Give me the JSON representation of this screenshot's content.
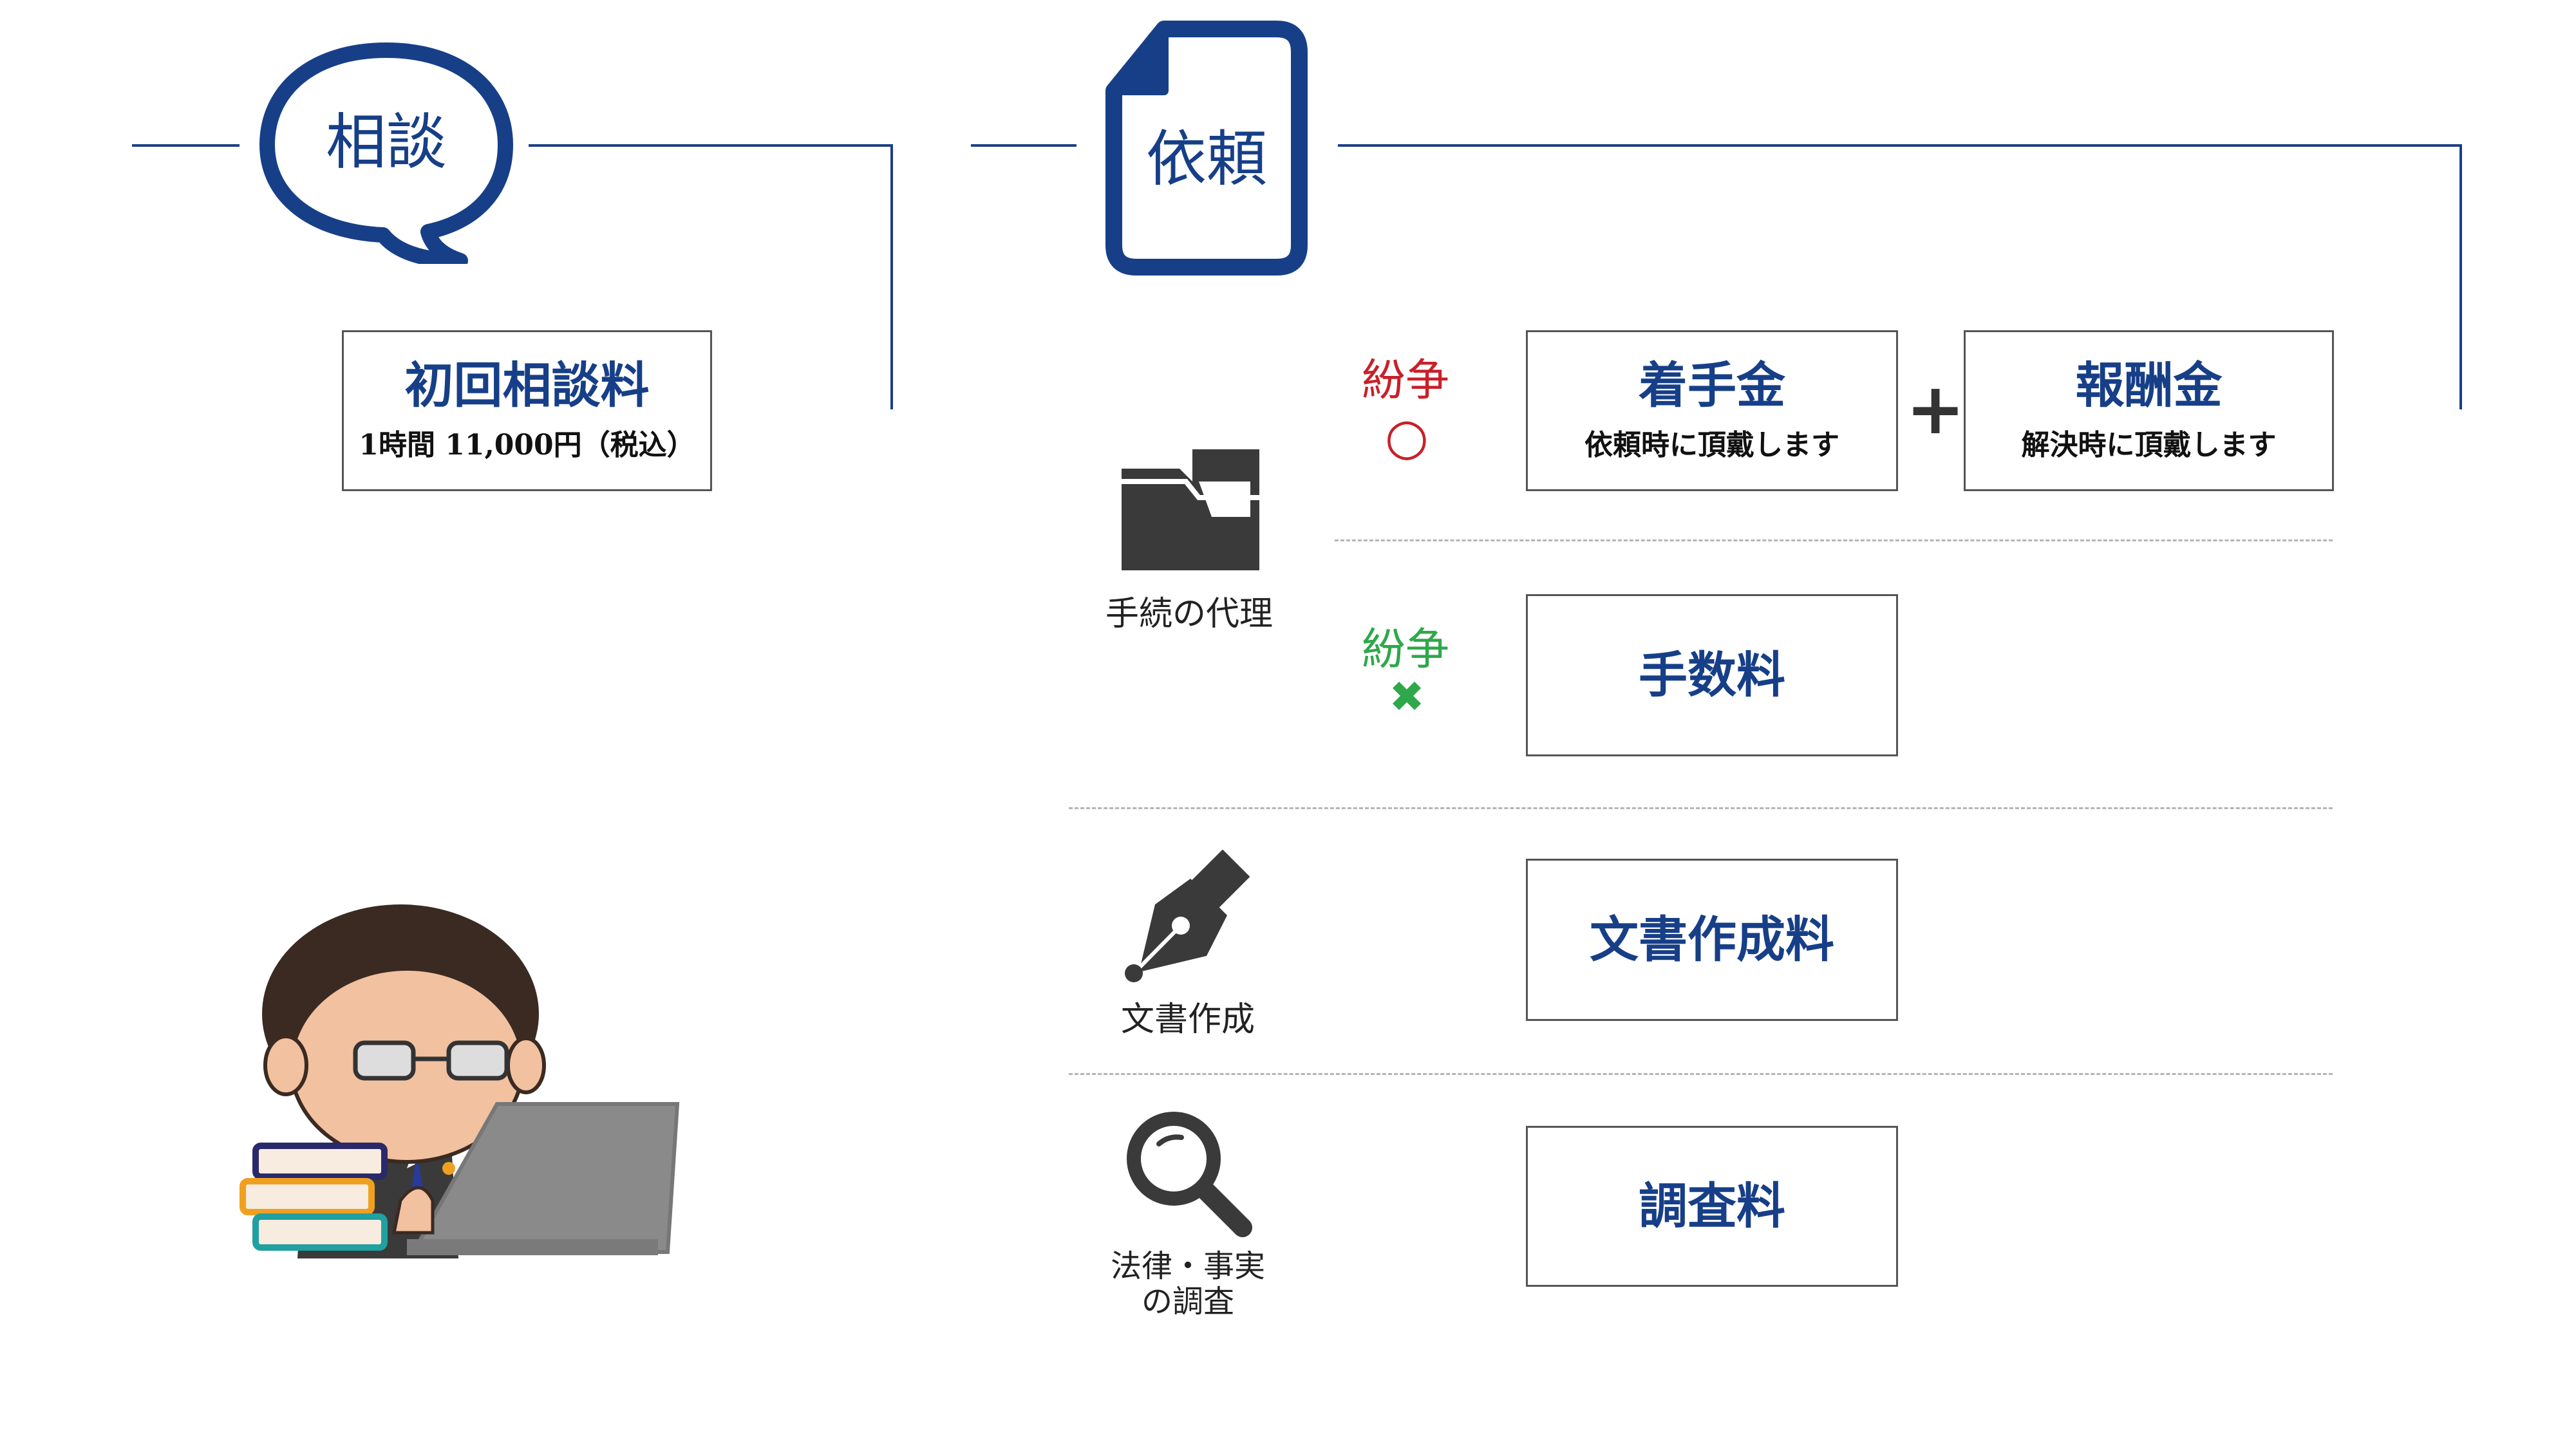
{
  "consultation": {
    "header": "相談",
    "fee_box": {
      "title": "初回相談料",
      "detail": "1時間 11,000円（税込）"
    }
  },
  "request": {
    "header": "依頼",
    "procedure": {
      "label": "手続の代理",
      "dispute_yes": {
        "label": "紛争",
        "mark": "○",
        "color": "#c8202a"
      },
      "dispute_no": {
        "label": "紛争",
        "mark": "✖",
        "color": "#2ea84a"
      },
      "retainer": {
        "title": "着手金",
        "detail": "依頼時に頂戴します"
      },
      "plus": "+",
      "success_fee": {
        "title": "報酬金",
        "detail": "解決時に頂戴します"
      },
      "handling_fee": {
        "title": "手数料"
      }
    },
    "document": {
      "label": "文書作成",
      "fee": {
        "title": "文書作成料"
      }
    },
    "investigation": {
      "label_line1": "法律・事実",
      "label_line2": "の調査",
      "fee": {
        "title": "調査料"
      }
    }
  },
  "colors": {
    "brand": "#173f88",
    "icon": "#3a3a3a",
    "border": "#555555"
  }
}
